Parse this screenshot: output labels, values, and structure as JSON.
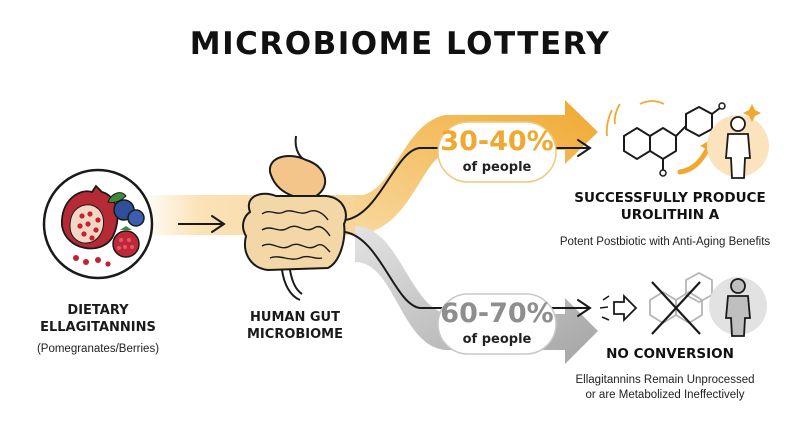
{
  "title": "MICROBIOME LOTTERY",
  "colors": {
    "orange": "#f0a830",
    "orange_light": "#f8d79a",
    "gray": "#9a9a9a",
    "gray_light": "#d6d6d6",
    "ink": "#1a1a1a"
  },
  "source": {
    "line1": "DIETARY",
    "line2": "ELLAGITANNINS",
    "sub": "(Pomegranates/Berries)",
    "icon": "pomegranate-berries-icon"
  },
  "gut": {
    "line1": "HUMAN GUT",
    "line2": "MICROBIOME",
    "icon": "gut-icon"
  },
  "top_path": {
    "percent": "30-40%",
    "sub": "of people",
    "outcome_line1": "SUCCESSFULLY PRODUCE",
    "outcome_line2": "UROLITHIN A",
    "description": "Potent Postbiotic with Anti-Aging Benefits",
    "icons": [
      "urolithin-molecule-icon",
      "healthy-person-icon"
    ]
  },
  "bottom_path": {
    "percent": "60-70%",
    "sub": "of people",
    "outcome": "NO CONVERSION",
    "description_line1": "Ellagitannins Remain Unprocessed",
    "description_line2": "or are Metabolized Ineffectively",
    "icons": [
      "blocked-conversion-icon",
      "crossed-molecule-icon",
      "inactive-person-icon"
    ]
  }
}
